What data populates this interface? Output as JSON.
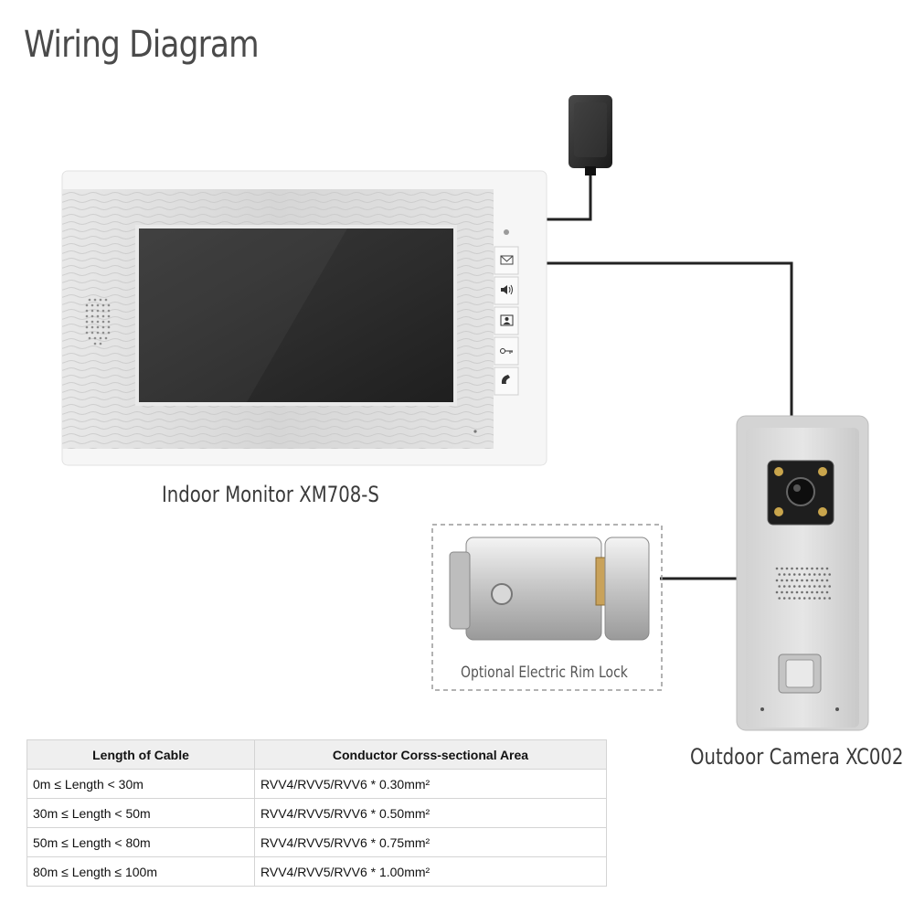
{
  "title": "Wiring Diagram",
  "monitor": {
    "caption": "Indoor Monitor XM708-S",
    "buttons": [
      "envelope-icon",
      "speaker-icon",
      "contact-icon",
      "key-icon",
      "phone-icon"
    ]
  },
  "lock": {
    "caption": "Optional Electric Rim Lock"
  },
  "camera": {
    "caption": "Outdoor Camera XC002"
  },
  "cable_table": {
    "headers": [
      "Length of Cable",
      "Conductor Corss-sectional Area"
    ],
    "rows": [
      [
        "0m ≤ Length < 30m",
        "RVV4/RVV5/RVV6 * 0.30mm²"
      ],
      [
        "30m ≤ Length < 50m",
        "RVV4/RVV5/RVV6 * 0.50mm²"
      ],
      [
        "50m ≤ Length < 80m",
        "RVV4/RVV5/RVV6 * 0.75mm²"
      ],
      [
        "80m ≤ Length ≤ 100m",
        "RVV4/RVV5/RVV6 * 1.00mm²"
      ]
    ]
  },
  "colors": {
    "wire": "#222222",
    "frame": "#f2f2f2",
    "screen": "#2b2b2b"
  }
}
